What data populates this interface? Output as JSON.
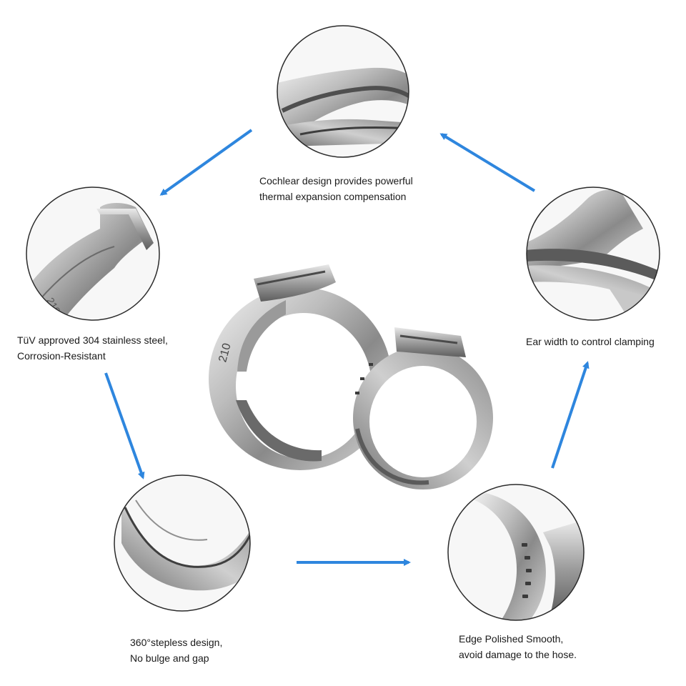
{
  "features": [
    {
      "id": "cochlear",
      "lines": [
        "Cochlear design provides powerful",
        "thermal expansion compensation"
      ]
    },
    {
      "id": "steel",
      "lines": [
        "TüV approved 304 stainless steel,",
        "Corrosion-Resistant"
      ]
    },
    {
      "id": "ear",
      "lines": [
        "Ear width to control clamping"
      ]
    },
    {
      "id": "stepless",
      "lines": [
        "360°stepless design,",
        "No bulge and gap"
      ]
    },
    {
      "id": "edge",
      "lines": [
        "Edge Polished Smooth,",
        "avoid damage to the hose."
      ]
    }
  ],
  "product": {
    "band_marking": "210"
  },
  "colors": {
    "arrow": "#2e86de",
    "metal_light": "#e4e4e4",
    "metal_mid": "#a9a9a9",
    "metal_dark": "#5a5a5a",
    "circle_stroke": "#2b2b2b"
  }
}
